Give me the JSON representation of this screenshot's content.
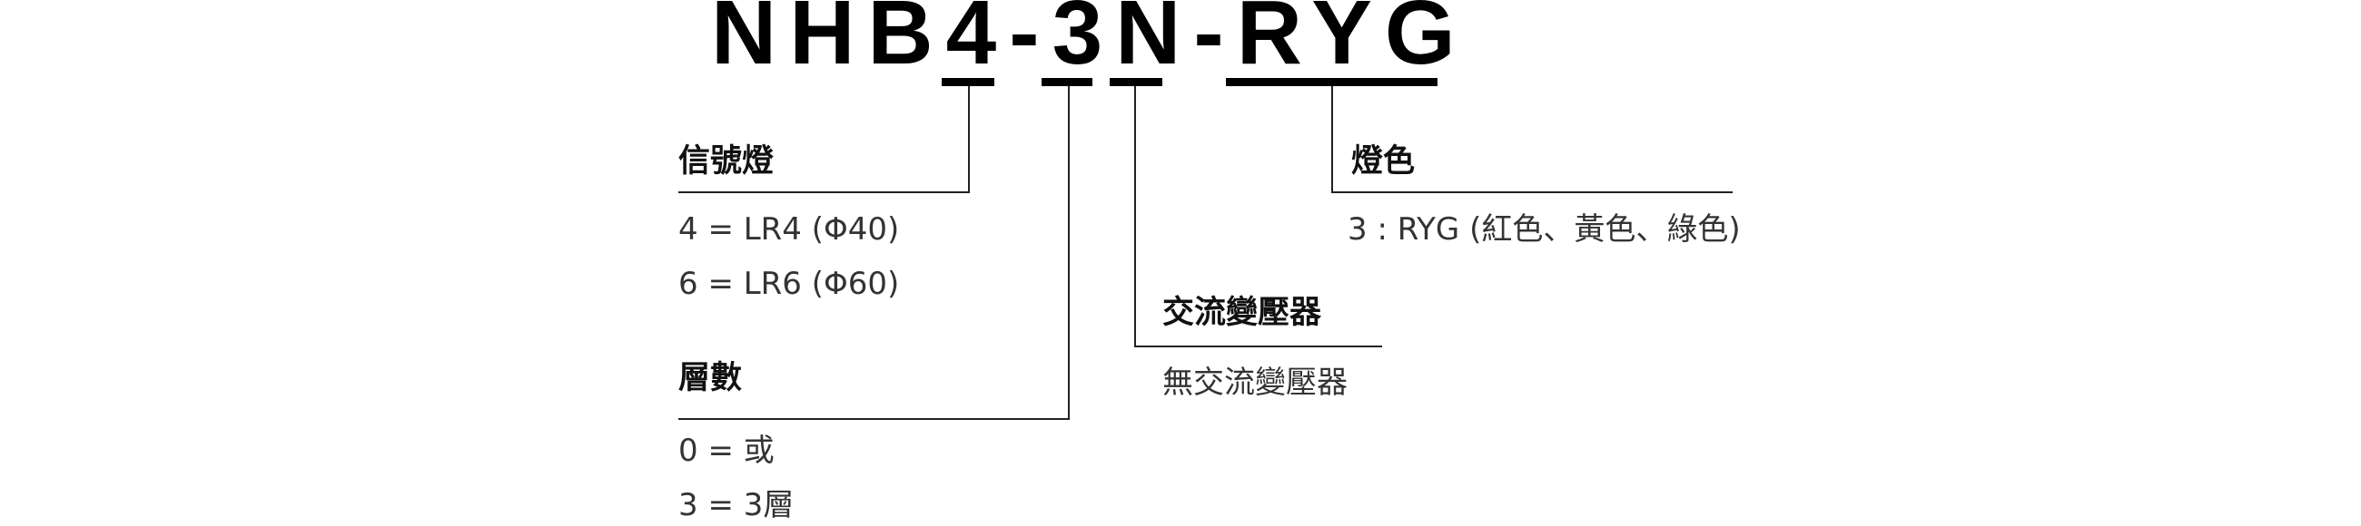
{
  "model_code": "NHB4-3N-RYG",
  "segments": [
    {
      "heading": "信號燈",
      "options": [
        "4 = LR4 (Φ40)",
        "6 = LR6 (Φ60)"
      ]
    },
    {
      "heading": "層數",
      "options": [
        "0 = 或",
        "3 = 3層"
      ]
    },
    {
      "heading": "交流變壓器",
      "options": [
        "無交流變壓器"
      ]
    },
    {
      "heading": "燈色",
      "options": [
        "3 : RYG (紅色、黃色、綠色)"
      ]
    }
  ]
}
